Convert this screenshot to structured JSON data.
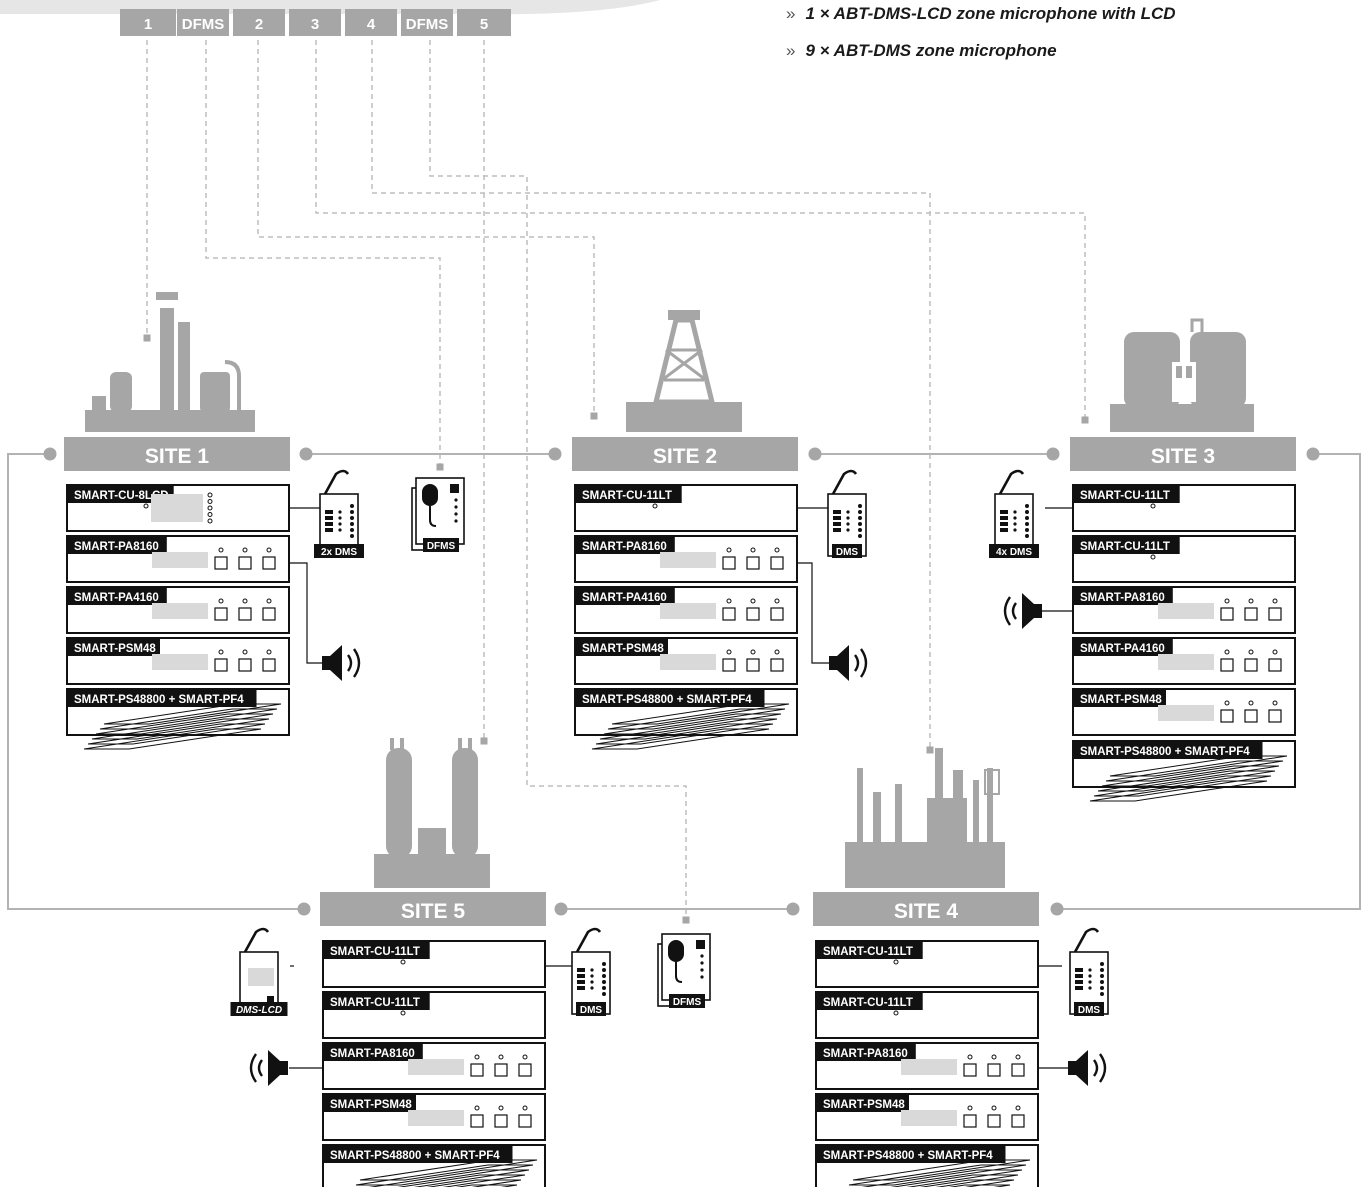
{
  "notes": [
    {
      "bullet": "»",
      "text": "1 × ABT-DMS-LCD zone microphone with LCD"
    },
    {
      "bullet": "»",
      "text": "9 × ABT-DMS zone microphone"
    }
  ],
  "ports": [
    "1",
    "DFMS",
    "2",
    "3",
    "4",
    "DFMS",
    "5"
  ],
  "colors": {
    "gray": "#a6a6a6",
    "light": "#d9d9d9",
    "dark": "#111111",
    "line": "#a6a6a6"
  },
  "sites": [
    {
      "title": "SITE 1",
      "icon": "refinery-columns-icon",
      "modules": [
        "SMART-CU-8LCD",
        "SMART-PA8160",
        "SMART-PA4160",
        "SMART-PSM48",
        "SMART-PS48800 + SMART-PF4"
      ]
    },
    {
      "title": "SITE 2",
      "icon": "oil-derrick-icon",
      "modules": [
        "SMART-CU-11LT",
        "SMART-PA8160",
        "SMART-PA4160",
        "SMART-PSM48",
        "SMART-PS48800 + SMART-PF4"
      ]
    },
    {
      "title": "SITE 3",
      "icon": "tank-plant-icon",
      "modules": [
        "SMART-CU-11LT",
        "SMART-CU-11LT",
        "SMART-PA8160",
        "SMART-PA4160",
        "SMART-PSM48",
        "SMART-PS48800 + SMART-PF4"
      ]
    },
    {
      "title": "SITE 4",
      "icon": "industrial-plant-icon",
      "modules": [
        "SMART-CU-11LT",
        "SMART-CU-11LT",
        "SMART-PA8160",
        "SMART-PSM48",
        "SMART-PS48800 + SMART-PF4"
      ]
    },
    {
      "title": "SITE 5",
      "icon": "substation-icon",
      "modules": [
        "SMART-CU-11LT",
        "SMART-CU-11LT",
        "SMART-PA8160",
        "SMART-PSM48",
        "SMART-PS48800 + SMART-PF4"
      ]
    }
  ],
  "devices": [
    {
      "kind": "dms",
      "label": "2x DMS",
      "icon": "zone-microphone-icon"
    },
    {
      "kind": "dfms",
      "label": "DFMS",
      "icon": "fireman-microphone-icon"
    },
    {
      "kind": "dms",
      "label": "DMS",
      "icon": "zone-microphone-icon"
    },
    {
      "kind": "dms",
      "label": "4x DMS",
      "icon": "zone-microphone-icon"
    },
    {
      "kind": "lcd",
      "label": "DMS-LCD",
      "icon": "lcd-microphone-icon"
    },
    {
      "kind": "dms",
      "label": "DMS",
      "icon": "zone-microphone-icon"
    },
    {
      "kind": "dfms",
      "label": "DFMS",
      "icon": "fireman-microphone-icon"
    },
    {
      "kind": "dms",
      "label": "DMS",
      "icon": "zone-microphone-icon"
    }
  ],
  "speakers": [
    {
      "icon": "speaker-icon"
    },
    {
      "icon": "speaker-icon"
    },
    {
      "icon": "speaker-icon"
    },
    {
      "icon": "speaker-icon"
    },
    {
      "icon": "speaker-icon"
    }
  ]
}
